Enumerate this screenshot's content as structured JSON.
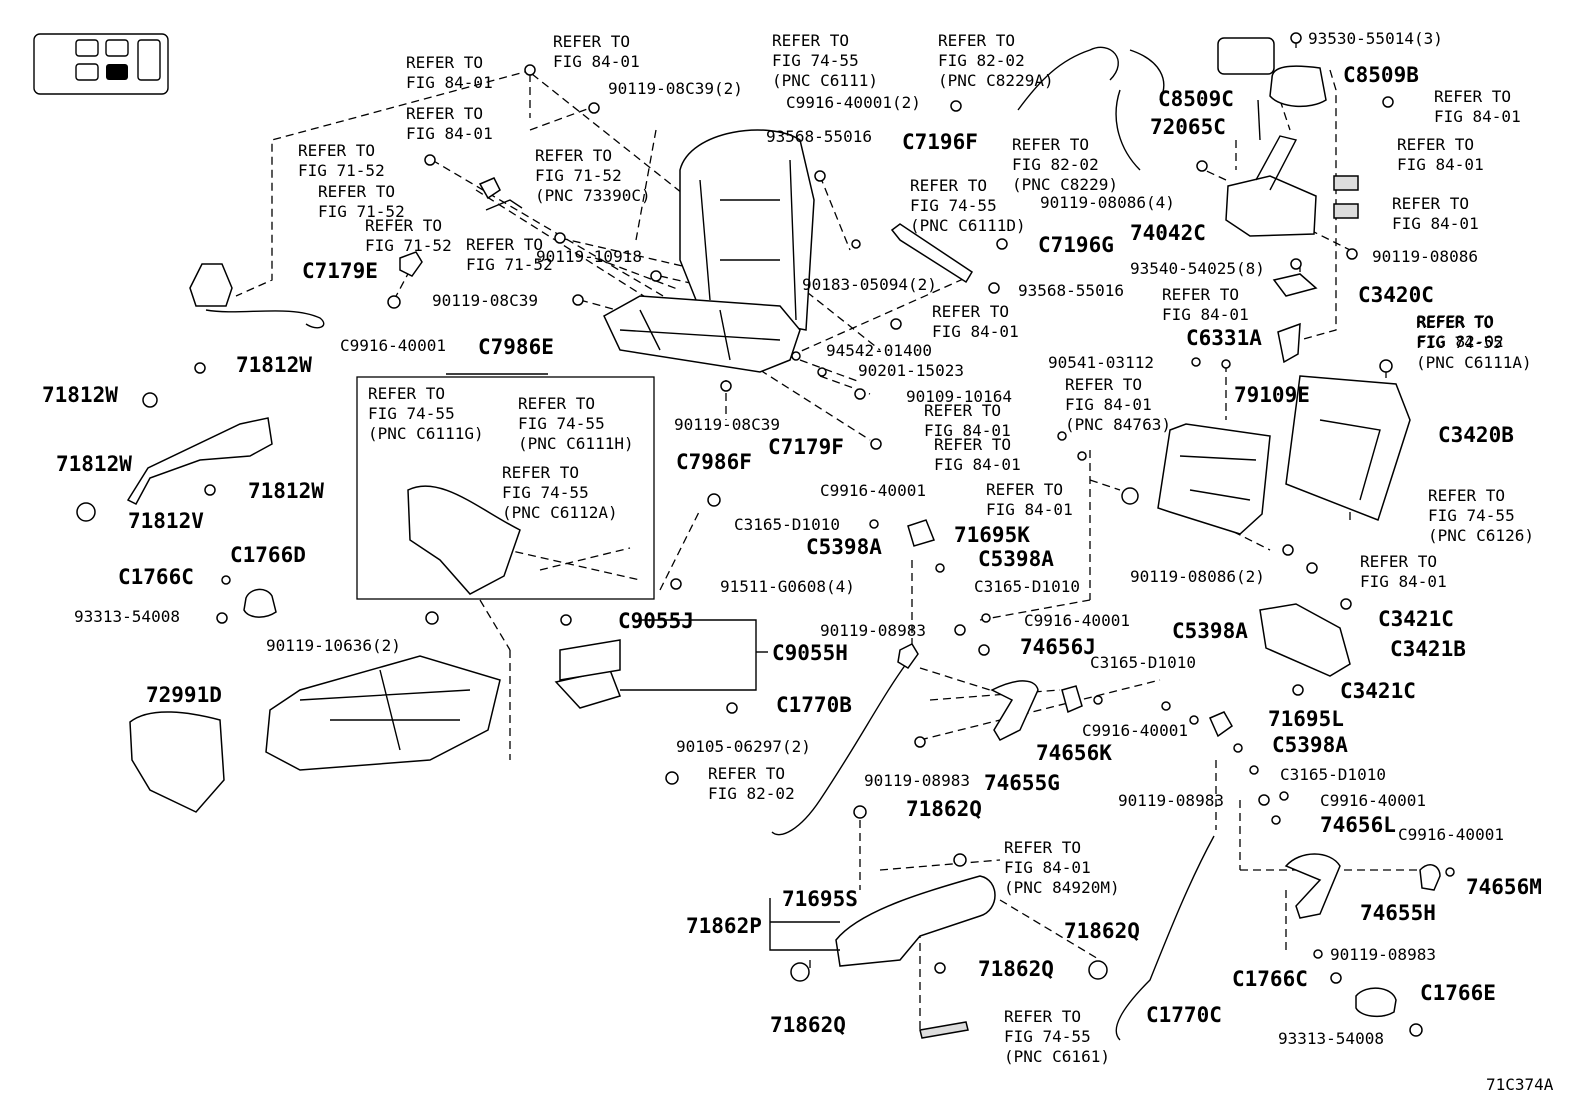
{
  "diagram_id": "71C374A",
  "inset": {
    "label": ""
  },
  "labels": {
    "l01": [
      "REFER TO",
      "FIG 84-01"
    ],
    "l02": [
      "REFER TO",
      "FIG 84-01"
    ],
    "l03": [
      "REFER TO",
      "FIG 84-01"
    ],
    "l04": [
      "REFER TO",
      "FIG 74-55",
      "(PNC C6111)"
    ],
    "l05": [
      "REFER TO",
      "FIG 82-02",
      "(PNC C8229A)"
    ],
    "l06": "90119-08C39(2)",
    "l07": "C9916-40001(2)",
    "l08": "93530-55014(3)",
    "l09": "C8509B",
    "l10": "C8509C",
    "l11": [
      "REFER TO",
      "FIG 84-01"
    ],
    "l12": [
      "REFER TO",
      "FIG 71-52"
    ],
    "l13": [
      "REFER TO",
      "FIG 71-52",
      "(PNC 73390C)"
    ],
    "l14": [
      "REFER TO",
      "FIG 71-52"
    ],
    "l15": [
      "REFER TO",
      "FIG 71-52"
    ],
    "l16": [
      "REFER TO",
      "FIG 71-52"
    ],
    "l17": "93568-55016",
    "l18": "C7196F",
    "l19": [
      "REFER TO",
      "FIG 82-02",
      "(PNC C8229)"
    ],
    "l20": "72065C",
    "l21": [
      "REFER TO",
      "FIG 84-01"
    ],
    "l22": [
      "REFER TO",
      "FIG 74-55",
      "(PNC C6111D)"
    ],
    "l23": "90119-08086(4)",
    "l24": [
      "REFER TO",
      "FIG 84-01"
    ],
    "l25": "74042C",
    "l26": "C7196G",
    "l27": "90119-08086",
    "l28": "C7179E",
    "l29": "90119-10918",
    "l30": "90183-05094(2)",
    "l31": "93540-54025(8)",
    "l32": [
      "REFER TO",
      "FIG 84-01"
    ],
    "l33": "90119-08C39",
    "l34": "93568-55016",
    "l35": [
      "REFER TO",
      "FIG 84-01"
    ],
    "l36": [
      "REFER TO",
      "FIG 82-02"
    ],
    "l37": "C3420C",
    "l38": "C9916-40001",
    "l39": "C6331A",
    "l40": [
      "REFER TO",
      "FIG 74-55",
      "(PNC C6111A)"
    ],
    "l41": "94542-01400",
    "l42": "71812W",
    "l43": "C7986E",
    "l44": "90201-15023",
    "l45": "90541-03112",
    "l46": "71812W",
    "l47": [
      "REFER TO",
      "FIG 84-01",
      "(PNC 84763)"
    ],
    "l48": "79109E",
    "l49": "90109-10164",
    "l50": [
      "REFER TO",
      "FIG 74-55",
      "(PNC C6111G)"
    ],
    "l51": [
      "REFER TO",
      "FIG 74-55",
      "(PNC C6111H)"
    ],
    "l52": "90119-08C39",
    "l53": [
      "REFER TO",
      "FIG 84-01"
    ],
    "l54": "C3420B",
    "l55": "C7179F",
    "l56": [
      "REFER TO",
      "FIG 84-01"
    ],
    "l57": "71812W",
    "l58": [
      "REFER TO",
      "FIG 74-55",
      "(PNC C6112A)"
    ],
    "l59": "C7986F",
    "l60": "C9916-40001",
    "l61": "71812W",
    "l62": "71812V",
    "l63": [
      "REFER TO",
      "FIG 84-01"
    ],
    "l64": [
      "REFER TO",
      "FIG 74-55",
      "(PNC C6126)"
    ],
    "l65": "C3165-D1010",
    "l66": "71695K",
    "l67": "C1766D",
    "l68": "C5398A",
    "l69": "C5398A",
    "l70": "C3165-D1010",
    "l71": "90119-08086(2)",
    "l72": [
      "REFER TO",
      "FIG 84-01"
    ],
    "l73": "C1766C",
    "l74": "91511-G0608(4)",
    "l75": "93313-54008",
    "l76": "C3421C",
    "l77": "C9916-40001",
    "l78": "90119-08983",
    "l79": "90119-10636(2)",
    "l80": "C9055J",
    "l81": "74656J",
    "l82": "C5398A",
    "l83": "C3421B",
    "l84": "C9055H",
    "l85": "C3165-D1010",
    "l86": "72991D",
    "l87": "C1770B",
    "l88": "C3421C",
    "l89": "71695L",
    "l90": "C9916-40001",
    "l91": "90105-06297(2)",
    "l92": "C5398A",
    "l93": "74656K",
    "l94": "C3165-D1010",
    "l95": [
      "REFER TO",
      "FIG 82-02"
    ],
    "l96": "90119-08983",
    "l97": "74655G",
    "l98": "90119-08983",
    "l99": "C9916-40001",
    "l100": "71862Q",
    "l101": "74656L",
    "l102": "C9916-40001",
    "l103": [
      "REFER TO",
      "FIG 84-01",
      "(PNC 84920M)"
    ],
    "l104": "74656M",
    "l105": "71695S",
    "l106": "74655H",
    "l107": "71862P",
    "l108": "71862Q",
    "l109": "90119-08983",
    "l110": "71862Q",
    "l111": "C1766C",
    "l112": "C1766E",
    "l113": "71862Q",
    "l114": [
      "REFER TO",
      "FIG 74-55",
      "(PNC C6161)"
    ],
    "l115": "C1770C",
    "l116": "93313-54008"
  }
}
